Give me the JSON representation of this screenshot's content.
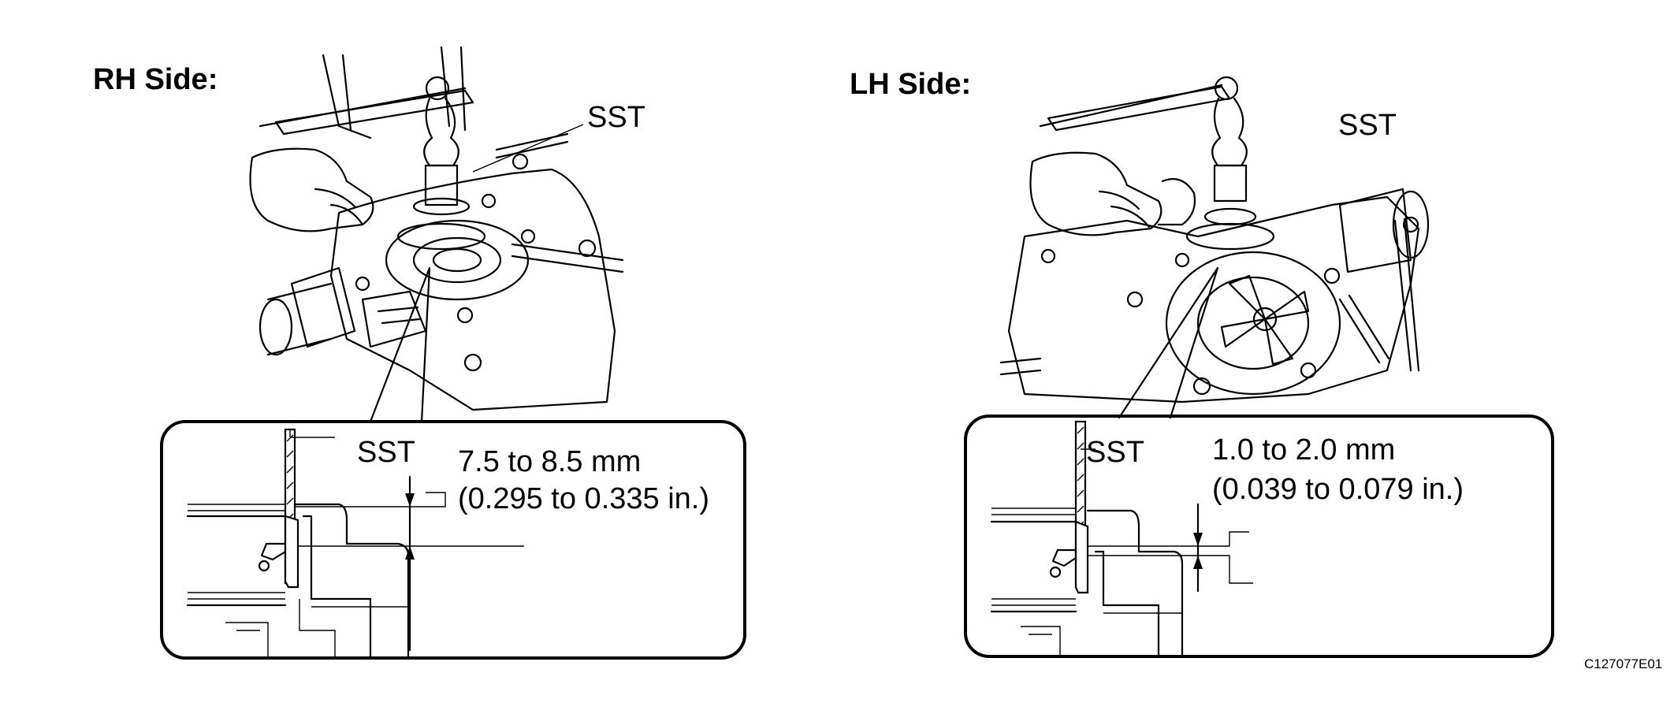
{
  "rh": {
    "title": "RH Side:",
    "tool_label_top": "SST",
    "tool_label_detail": "SST",
    "dimension_mm": "7.5 to 8.5 mm",
    "dimension_in": "(0.295 to 0.335 in.)"
  },
  "lh": {
    "title": "LH Side:",
    "tool_label_top": "SST",
    "tool_label_detail": "SST",
    "dimension_mm": "1.0 to 2.0 mm",
    "dimension_in": "(0.039 to 0.079 in.)"
  },
  "figure_code": "C127077E01"
}
